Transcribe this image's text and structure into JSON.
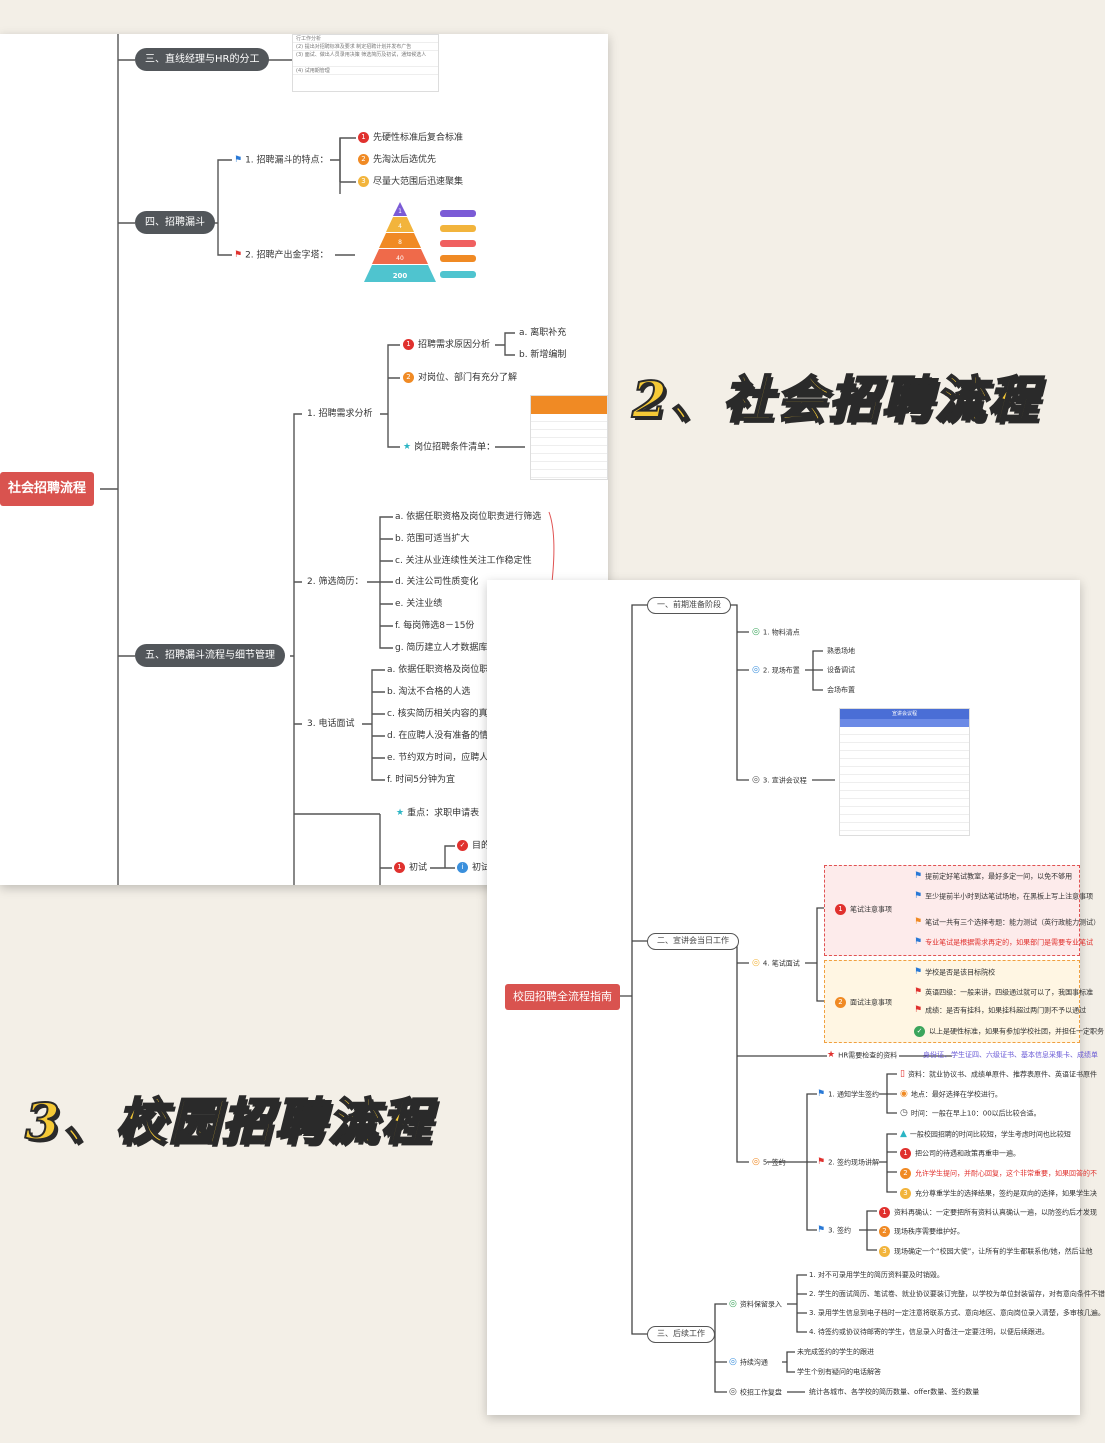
{
  "section2_title": "2、社会招聘流程",
  "section3_title": "3、校园招聘流程",
  "social": {
    "root": "社会招聘流程",
    "branch3": "三、直线经理与HR的分工",
    "table3": [
      "行工作分析",
      "(2)",
      "提出对招聘标准及要求",
      "制定招聘计划并发布广告",
      "(3)",
      "面试、做出人员录用决策",
      "筛选简历及初试，通知候选人",
      "(4)",
      "试用期管理"
    ],
    "branch4": "四、招聘漏斗",
    "funnel_traits_label": "1. 招聘漏斗的特点：",
    "funnel_traits": [
      "先硬性标准后复合标准",
      "先淘汰后选优先",
      "尽量大范围后迅速聚集"
    ],
    "pyramid_label": "2. 招聘产出金字塔：",
    "pyramid_levels": [
      "1",
      "4",
      "8",
      "40",
      "200"
    ],
    "branch5": "五、招聘漏斗流程与细节管理",
    "demand_label": "1. 招聘需求分析",
    "demand_items": [
      "招聘需求原因分析",
      "对岗位、部门有充分了解",
      "岗位招聘条件清单："
    ],
    "demand_reasons": [
      "a. 离职补充",
      "b. 新增编制"
    ],
    "screen_label": "2. 筛选简历：",
    "screen_items": [
      "a. 依据任职资格及岗位职责进行筛选",
      "b. 范围可适当扩大",
      "c. 关注从业连续性关注工作稳定性",
      "d. 关注公司性质变化",
      "e. 关注业绩",
      "f. 每岗筛选8－15份",
      "g. 简历建立人才数据库"
    ],
    "phone_label": "3. 电话面试",
    "phone_items": [
      "a. 依据任职资格及岗位职责",
      "b. 淘汰不合格的人选",
      "c. 核实简历相关内容的真实",
      "d. 在应聘人没有准备的情况",
      "e. 节约双方时间，应聘人",
      "f. 时间5分钟为宜"
    ],
    "key_point": "重点：求职申请表",
    "first_interview": "初试",
    "first_sub": [
      "目的",
      "初试"
    ]
  },
  "campus": {
    "root": "校园招聘全流程指南",
    "stage1": "一、前期准备阶段",
    "s1_items": [
      "1. 物料清点",
      "2. 现场布置",
      "3. 宣讲会议程"
    ],
    "layout_items": [
      "熟悉场地",
      "设备调试",
      "会场布置"
    ],
    "agenda_title": "宣讲会议程",
    "stage2": "二、宣讲会当日工作",
    "s2_items": [
      "4. 笔试面试",
      "5. 签约"
    ],
    "exam_label": "笔试注意事项",
    "exam_notes": [
      "提前定好笔试教室，最好多定一间，以免不够用",
      "至少提前半小时到达笔试场地，在黑板上写上注意事项",
      "笔试一共有三个选择考题：能力测试（英行政能力测试）",
      "专业笔试是根据需求再定的，如果部门是需要专业笔试"
    ],
    "interview_label": "面试注意事项",
    "interview_notes": [
      "学校是否是该目标院校",
      "英语四级：一般来讲，四级通过就可以了，我国事标准",
      "成绩：是否有挂科，如果挂科超过两门则不予以通过",
      "以上是硬性标准，如果有参加学校社团，并担任一定职务"
    ],
    "hr_check": "HR需要检查的资料",
    "hr_check_detail": "身份证、学生证四、六级证书、基本信息采集卡、成绩单",
    "notify_label": "1. 通知学生签约",
    "notify_items": [
      "资料：就业协议书、成绩单原件、推荐表原件、英语证书原件",
      "地点：最好选择在学校进行。",
      "时间：一般在早上10：00以后比较合适。"
    ],
    "explain_label": "2. 签约现场讲解",
    "explain_items": [
      "一般校园招聘的时间比较短，学生考虑时间也比较短",
      "把公司的待遇和政策再重申一遍。",
      "允许学生提问，并耐心回复，这个非常重要，如果回答的不",
      "充分尊重学生的选择结果，签约是双向的选择，如果学生决"
    ],
    "sign_label": "3. 签约",
    "sign_items": [
      "资料再确认：一定要把所有资料认真确认一遍，以防签约后才发现",
      "现场秩序需要维护好。",
      "现场确定一个“校园大使”，让所有的学生都联系他/她，然后让他"
    ],
    "stage3": "三、后续工作",
    "archive_label": "资料保留录入",
    "archive_items": [
      "1. 对不可录用学生的简历资料要及时销毁。",
      "2. 学生的面试简历、笔试卷、就业协议要装订完整，以学校为单位封装留存，对有意向条件不错",
      "3. 录用学生信息到电子档时一定注意将联系方式、意向地区、意向岗位录入清楚，多审核几遍。",
      "4. 待签约或协议待邮寄的学生，信息录入时备注一定要注明，以便后续跟进。"
    ],
    "follow_label": "持续沟通",
    "follow_items": [
      "未完成签约的学生的跟进",
      "学生个别有疑问的电话解答"
    ],
    "review_label": "校招工作复盘",
    "review_detail": "统计各城市、各学校的简历数量、offer数量、签约数量"
  }
}
